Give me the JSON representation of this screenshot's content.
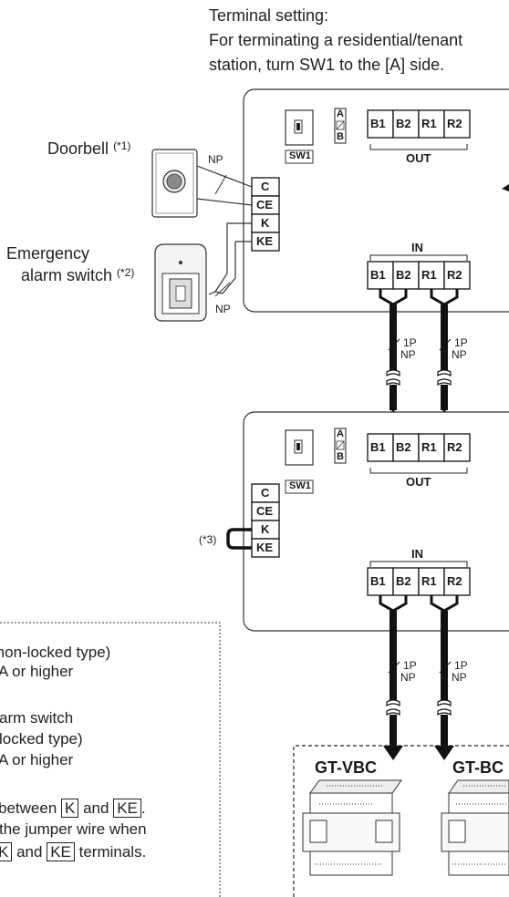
{
  "header": {
    "line1": "Terminal setting:",
    "line2": "For terminating a residential/tenant",
    "line3": "station, turn SW1 to the [A] side."
  },
  "doorbell": {
    "label": "Doorbell",
    "ref": "(*1)"
  },
  "alarm": {
    "label_line1": "Emergency",
    "label_line2": "alarm switch",
    "ref": "(*2)"
  },
  "wire_labels": {
    "np": "NP",
    "pair_top": "1P",
    "pair_bottom": "NP"
  },
  "station_top": {
    "sw_label": "SW1",
    "sw_a": "A",
    "sw_b": "B",
    "out_terminals": [
      "B1",
      "B2",
      "R1",
      "R2"
    ],
    "out_label": "OUT",
    "in_terminals": [
      "B1",
      "B2",
      "R1",
      "R2"
    ],
    "in_label": "IN",
    "left_terminals": [
      "C",
      "CE",
      "K",
      "KE"
    ]
  },
  "station_bottom": {
    "sw_label": "SW1",
    "sw_a": "A",
    "sw_b": "B",
    "out_terminals": [
      "B1",
      "B2",
      "R1",
      "R2"
    ],
    "out_label": "OUT",
    "in_terminals": [
      "B1",
      "B2",
      "R1",
      "R2"
    ],
    "in_label": "IN",
    "left_terminals": [
      "C",
      "CE",
      "K",
      "KE"
    ],
    "jumper_ref": "(*3)"
  },
  "devices": {
    "left": "GT-VBC",
    "right": "GT-BC"
  },
  "notes": {
    "n1_line1": "(non-locked type)",
    "n1_line2": "A or higher",
    "n2_line1": "arm switch",
    "n2_line2": "locked type)",
    "n2_line3": "A or higher",
    "n3_prefix": "between",
    "n3_and": "and",
    "n3_k": "K",
    "n3_ke": "KE",
    "n3_line2": "the jumper wire when",
    "n3_terminals": "terminals."
  }
}
